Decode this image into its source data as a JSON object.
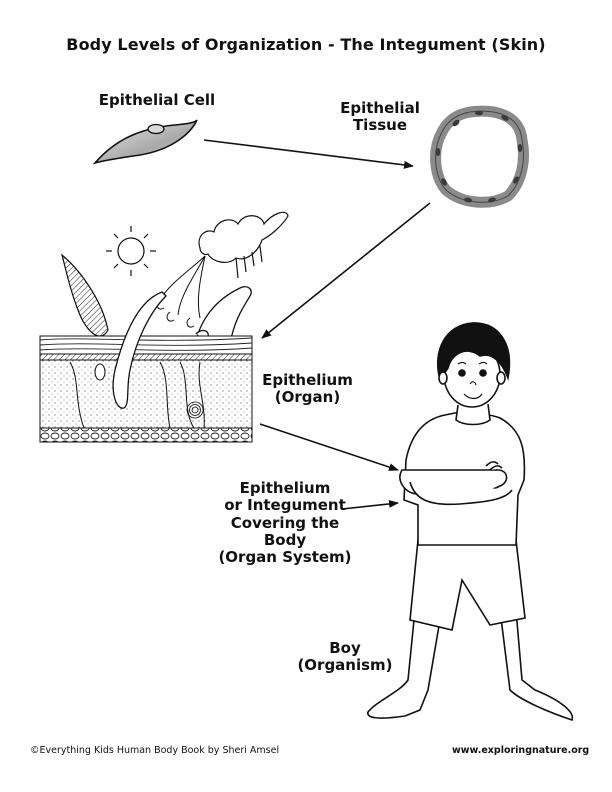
{
  "title": "Body Levels of Organization - The Integument (Skin)",
  "labels": {
    "cell": "Epithelial Cell",
    "tissue_line1": "Epithelial",
    "tissue_line2": "Tissue",
    "organ_line1": "Epithelium",
    "organ_line2": "(Organ)",
    "system_line1": "Epithelium",
    "system_line2": "or Integument",
    "system_line3": "Covering the Body",
    "system_line4": "(Organ System)",
    "organism_line1": "Boy",
    "organism_line2": "(Organism)"
  },
  "footer": {
    "credit": "©Everything Kids Human Body Book by Sheri Amsel",
    "website": "www.exploringnature.org"
  },
  "illustrations": {
    "cell": "epithelial-cell-drawing",
    "tissue": "epithelial-tissue-ring-drawing",
    "organ": "skin-cross-section-drawing",
    "organism": "boy-drawing"
  },
  "colors": {
    "ink": "#111111",
    "tissue_fill": "#8a8a8a",
    "tissue_nuclei": "#3a3a3a",
    "cell_fill": "#bdbdbd"
  }
}
